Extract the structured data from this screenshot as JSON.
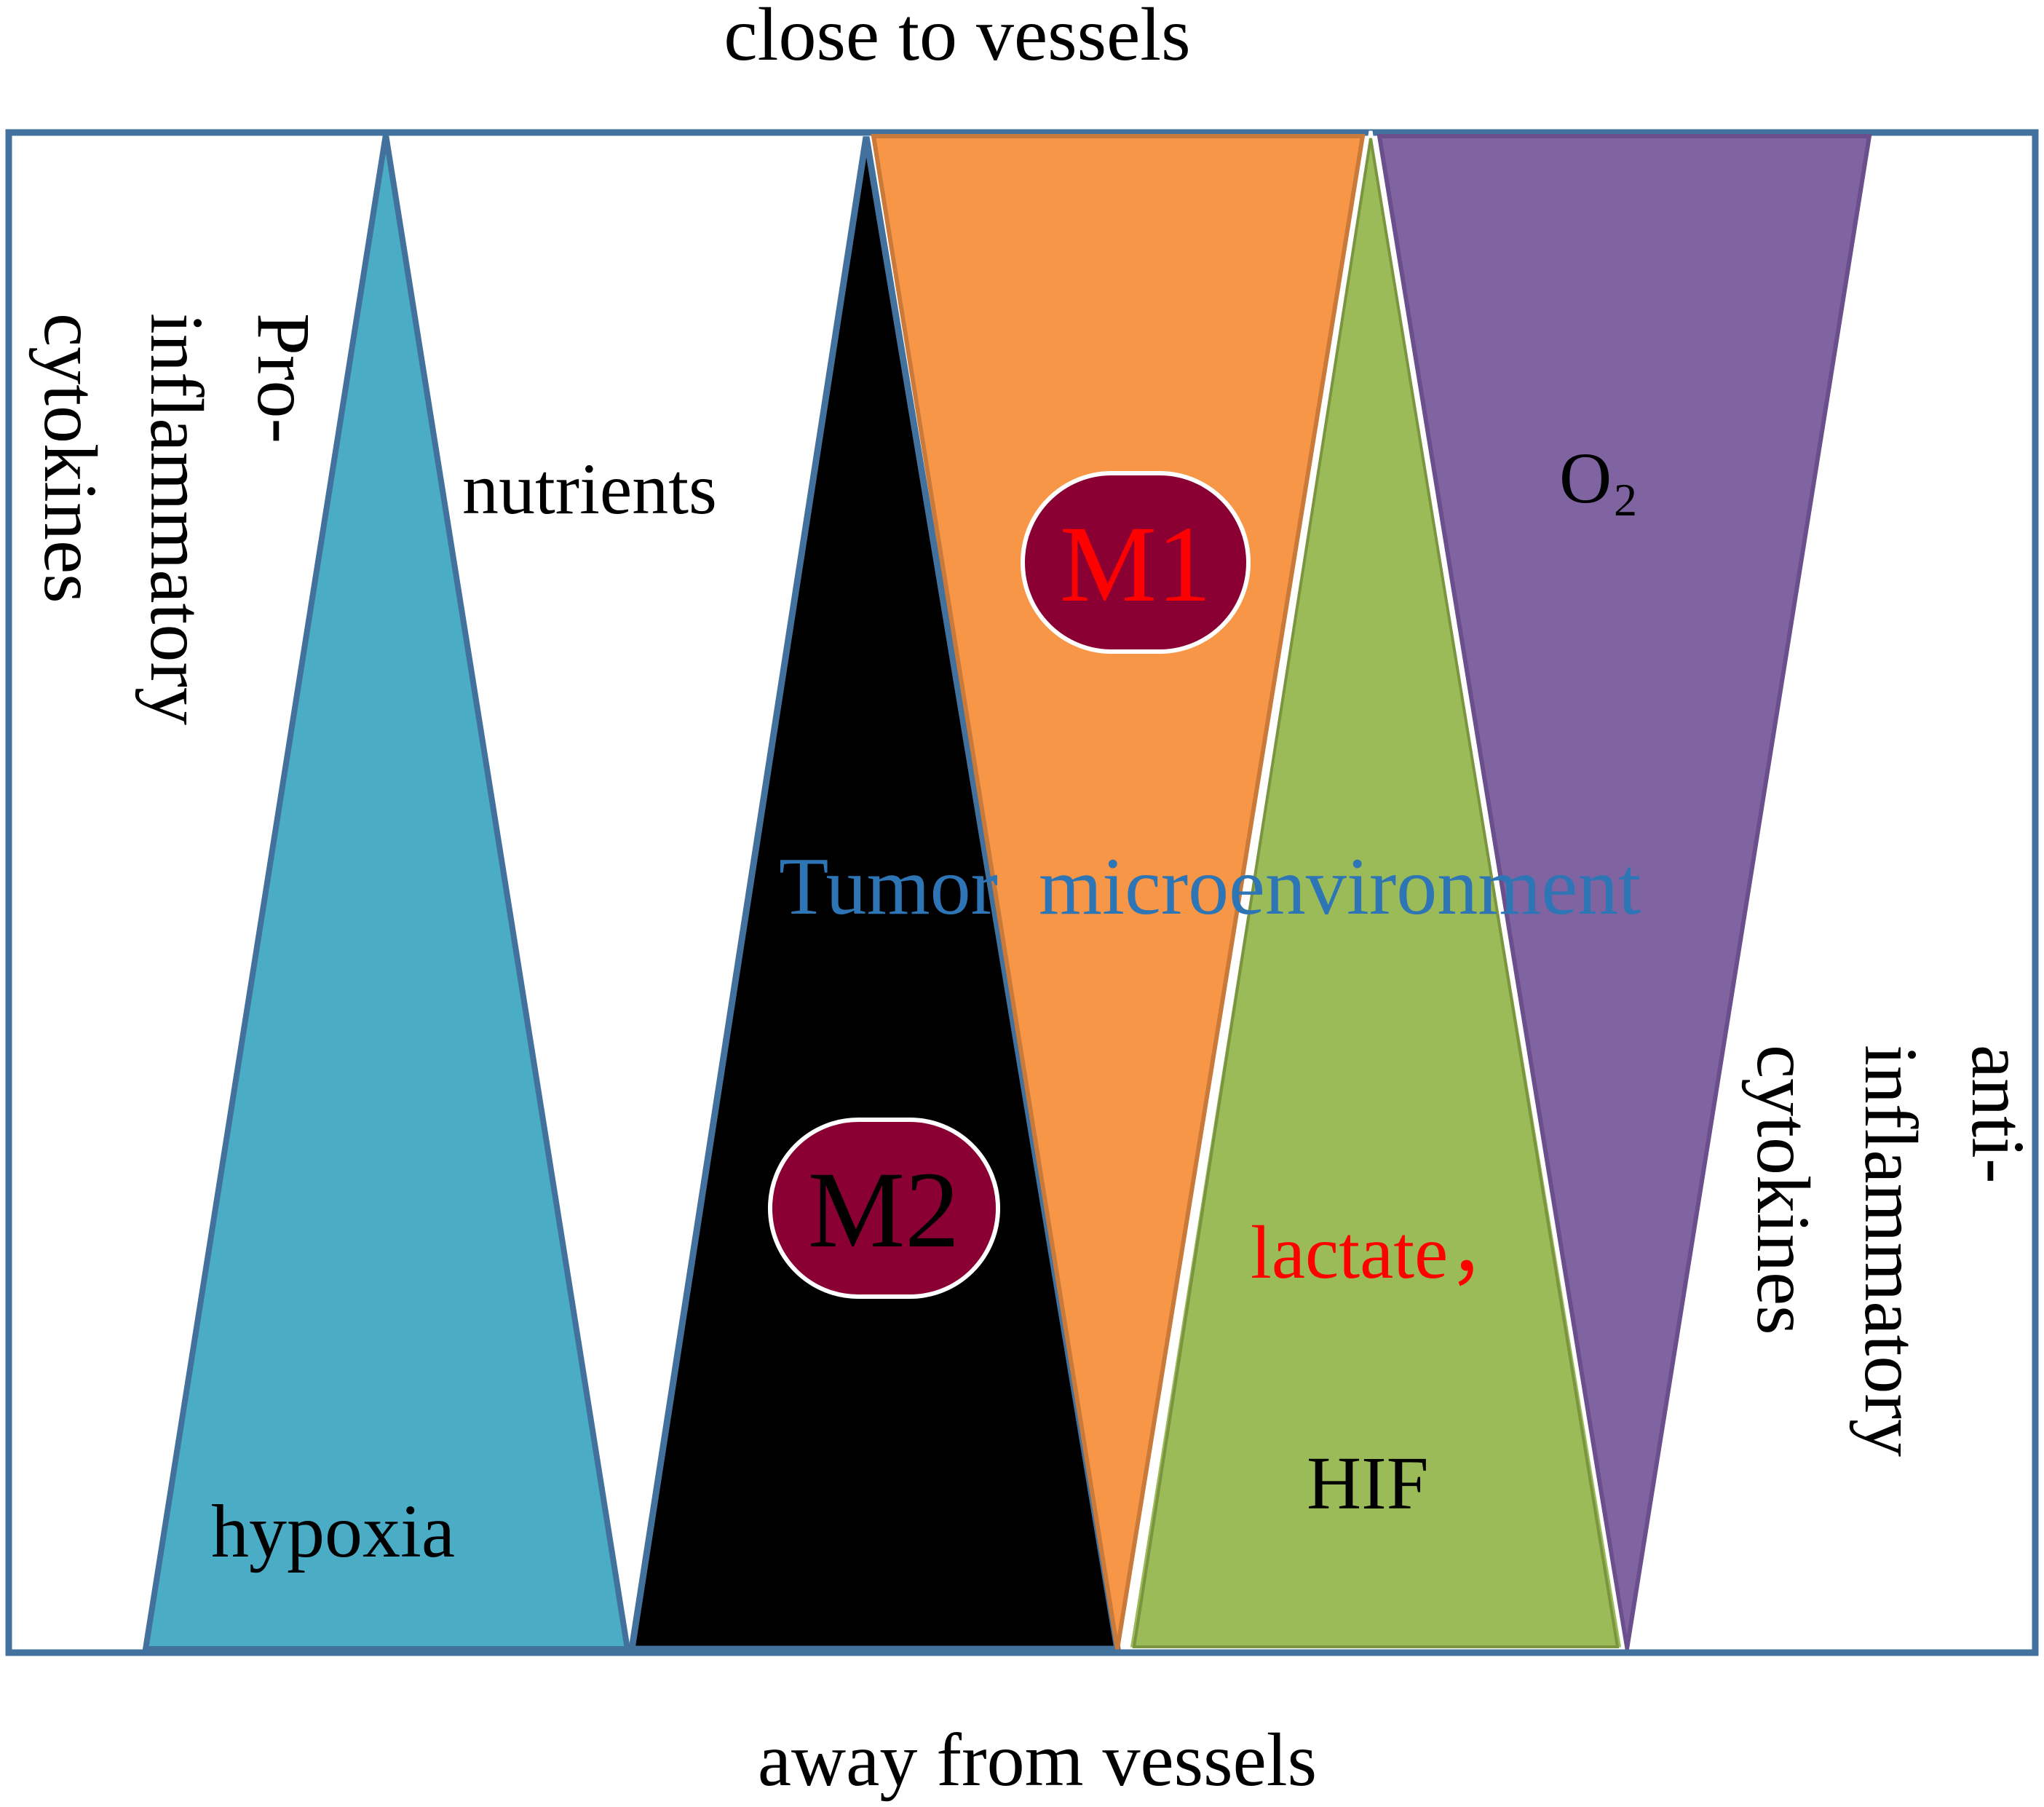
{
  "top_label": "close to vessels",
  "bottom_label": "away from vessels",
  "center_label": "Tumor  microenvironment",
  "left_side_label": [
    "Pro-",
    "inflammatory",
    "cytokines"
  ],
  "right_side_label": [
    "anti-",
    "inflammatory",
    "cytokines"
  ],
  "nutrients_label": "nutrients",
  "hypoxia_label": "hypoxia",
  "o2_label": {
    "base": "O",
    "sub": "2"
  },
  "hif_label": "HIF",
  "lactate_label": "lactate，",
  "m1_label": "M1",
  "m2_label": "M2",
  "colors": {
    "frame": "#41719c",
    "hypoxia_triangle": "#4bacc6",
    "nutrients_triangle": "#000000",
    "m1_triangle": "#f79646",
    "hif_triangle": "#9bbb59",
    "o2_triangle": "#8064a2",
    "macrophage_fill": "#8b0033",
    "m1_text": "#ff0000",
    "m2_text": "#000000",
    "lactate_text": "#ff0000",
    "center_text": "#2e75b6"
  }
}
